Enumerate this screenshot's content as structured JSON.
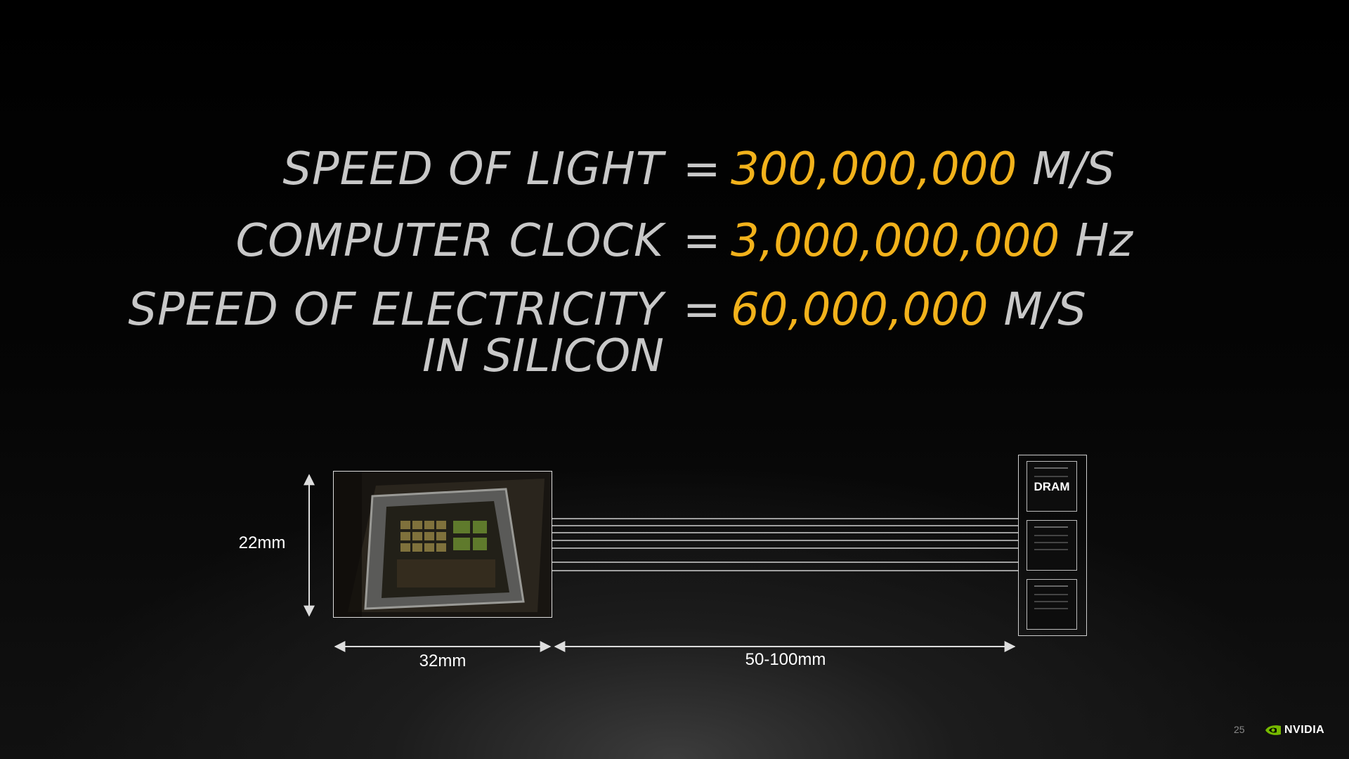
{
  "slide": {
    "equations": [
      {
        "label": "SPEED OF LIGHT",
        "equals": "=",
        "value": "300,000,000",
        "unit": "M/S"
      },
      {
        "label": "COMPUTER CLOCK",
        "equals": "=",
        "value": "3,000,000,000",
        "unit": "Hz"
      },
      {
        "label": "SPEED OF ELECTRICITY",
        "equals": "=",
        "value": "60,000,000",
        "unit": "M/S"
      }
    ],
    "equation_sublabel": "IN SILICON",
    "colors": {
      "value": "#f2b21b",
      "label": "#c8c8c8",
      "background": "#000000"
    }
  },
  "diagram": {
    "chip_height_label": "22mm",
    "chip_width_label": "32mm",
    "trace_length_label": "50-100mm",
    "dram_label": "DRAM",
    "dram_chip_count": 3,
    "trace_count": 7
  },
  "footer": {
    "page_number": "25",
    "brand": "NVIDIA",
    "brand_icon": "nvidia-eye-icon"
  }
}
